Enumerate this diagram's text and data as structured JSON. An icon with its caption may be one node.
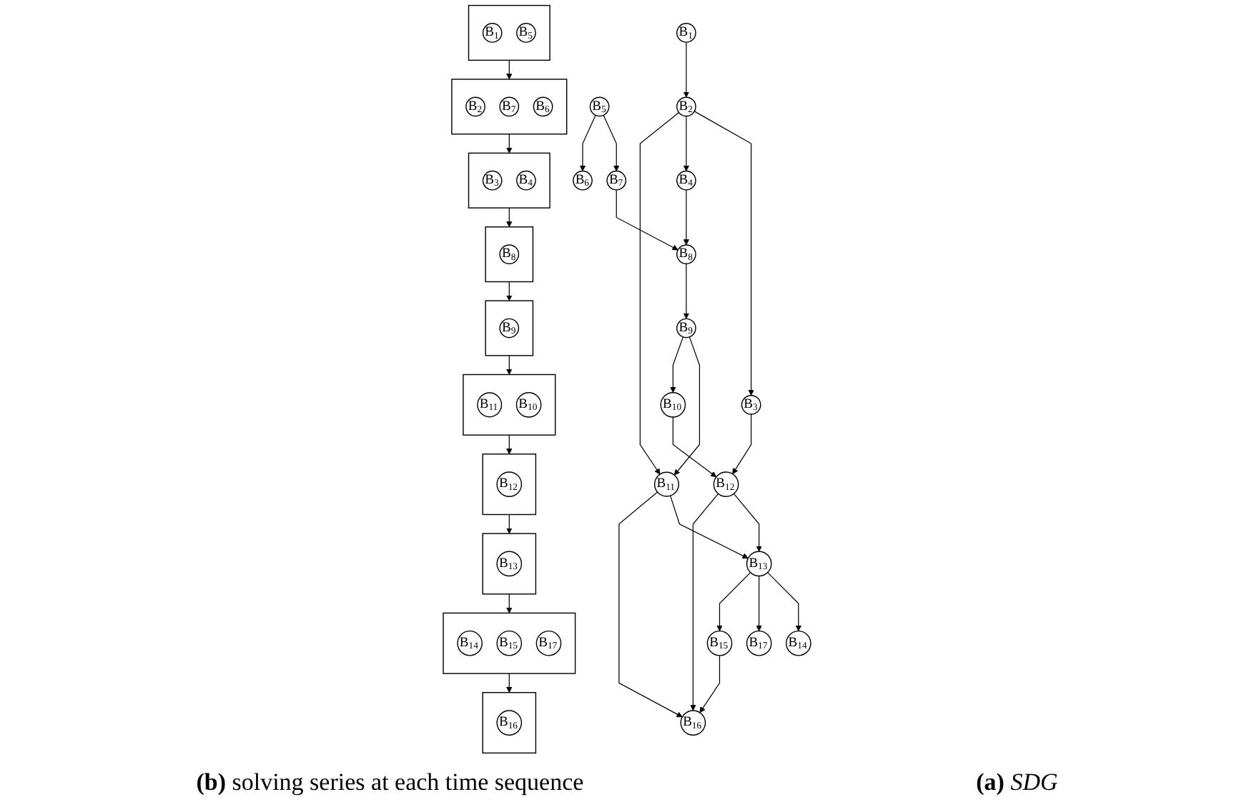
{
  "diagram": {
    "nodes": [
      {
        "text": [
          "B$_{1}$"
        ]
      },
      {
        "text": [
          "B$_{5}$"
        ]
      },
      {
        "text": [
          "B$_{2}$"
        ]
      },
      {
        "text": [
          "B$_{7}$"
        ]
      },
      {
        "text": [
          "B$_{6}$"
        ]
      },
      {
        "text": [
          "B$_{3}$"
        ]
      },
      {
        "text": [
          "B$_{4}$"
        ]
      },
      {
        "text": [
          "B$_{8}$"
        ]
      },
      {
        "text": [
          "B$_{9}$"
        ]
      },
      {
        "text": [
          "B$_{11}$"
        ]
      },
      {
        "text": [
          "B$_{12}$"
        ]
      },
      {
        "text": [
          "B$_{10}$"
        ]
      },
      {
        "text": [
          "B$_{13}$"
        ]
      },
      {
        "text": [
          "B$_{16}$"
        ]
      },
      {
        "text": [
          "B$_{14}$"
        ]
      },
      {
        "text": [
          "B$_{15}$"
        ]
      },
      {
        "text": [
          "B$_{17}$"
        ]
      },
      {
        "text": [],
        "shape": "box"
      },
      {
        "text": [
          "B$_{1}$"
        ],
        "in": 17
      },
      {
        "text": [
          "B$_{5}$"
        ],
        "in": 17
      },
      {
        "text": [],
        "shape": "box"
      },
      {
        "text": [
          "B$_{2}$"
        ],
        "in": 20
      },
      {
        "text": [
          "B$_{7}$"
        ],
        "in": 20
      },
      {
        "text": [
          "B$_{6}$"
        ],
        "in": 20
      },
      {
        "text": [],
        "shape": "box"
      },
      {
        "text": [
          "B$_{3}$"
        ],
        "in": 24
      },
      {
        "text": [
          "B$_{4}$"
        ],
        "in": 24
      },
      {
        "text": [],
        "shape": "box"
      },
      {
        "text": [
          "B$_{8}$"
        ],
        "in": 27
      },
      {
        "text": [],
        "shape": "box"
      },
      {
        "text": [
          "B$_{9}$"
        ],
        "in": 29
      },
      {
        "text": [],
        "shape": "box"
      },
      {
        "text": [
          "B$_{11}$"
        ],
        "in": 31
      },
      {
        "text": [
          "B$_{10}$"
        ],
        "in": 31
      },
      {
        "text": [],
        "shape": "box"
      },
      {
        "text": [
          "B$_{12}$"
        ],
        "in": 34
      },
      {
        "text": [],
        "shape": "box"
      },
      {
        "text": [
          "B$_{13}$"
        ],
        "in": 36
      },
      {
        "text": [],
        "shape": "box"
      },
      {
        "text": [
          "B$_{14}$"
        ],
        "in": 38
      },
      {
        "text": [
          "B$_{15}$"
        ],
        "in": 38
      },
      {
        "text": [
          "B$_{17}$"
        ],
        "in": 38
      },
      {
        "text": [],
        "shape": "box"
      },
      {
        "text": [
          "B$_{16}$"
        ],
        "in": 42
      }
    ],
    "edges": [
      {
        "from": 0,
        "to": 2,
        "arrow": "to"
      },
      {
        "from": 1,
        "to": 3,
        "arrow": "to"
      },
      {
        "from": 1,
        "to": 4,
        "arrow": "to"
      },
      {
        "from": 2,
        "to": 5,
        "arrow": "to"
      },
      {
        "from": 2,
        "to": 6,
        "arrow": "to"
      },
      {
        "from": 2,
        "to": 9,
        "arrow": "to"
      },
      {
        "from": 3,
        "to": 7,
        "arrow": "to"
      },
      {
        "from": 6,
        "to": 7,
        "arrow": "to"
      },
      {
        "from": 7,
        "to": 8,
        "arrow": "to"
      },
      {
        "from": 8,
        "to": 9,
        "arrow": "to"
      },
      {
        "from": 8,
        "to": 11,
        "arrow": "to"
      },
      {
        "from": 5,
        "to": 10,
        "arrow": "to"
      },
      {
        "from": 11,
        "to": 10,
        "arrow": "to"
      },
      {
        "from": 9,
        "to": 12,
        "arrow": "to"
      },
      {
        "from": 9,
        "to": 13,
        "arrow": "to"
      },
      {
        "from": 10,
        "to": 12,
        "arrow": "to"
      },
      {
        "from": 10,
        "to": 13,
        "arrow": "to"
      },
      {
        "from": 12,
        "to": 14,
        "arrow": "to"
      },
      {
        "from": 12,
        "to": 16,
        "arrow": "to"
      },
      {
        "from": 12,
        "to": 15,
        "arrow": "to"
      },
      {
        "from": 15,
        "to": 13,
        "arrow": "to"
      },
      {
        "from": 17,
        "to": 20,
        "arrow": "to"
      },
      {
        "from": 20,
        "to": 24,
        "arrow": "to"
      },
      {
        "from": 24,
        "to": 27,
        "arrow": "to"
      },
      {
        "from": 27,
        "to": 29,
        "arrow": "to"
      },
      {
        "from": 29,
        "to": 31,
        "arrow": "to"
      },
      {
        "from": 31,
        "to": 34,
        "arrow": "to"
      },
      {
        "from": 34,
        "to": 36,
        "arrow": "to"
      },
      {
        "from": 36,
        "to": 38,
        "arrow": "to"
      },
      {
        "from": 38,
        "to": 42,
        "arrow": "to"
      }
    ],
    "labels": [
      "**(a)** *SDG*",
      "**(b)** solving series at each time sequence"
    ]
  }
}
